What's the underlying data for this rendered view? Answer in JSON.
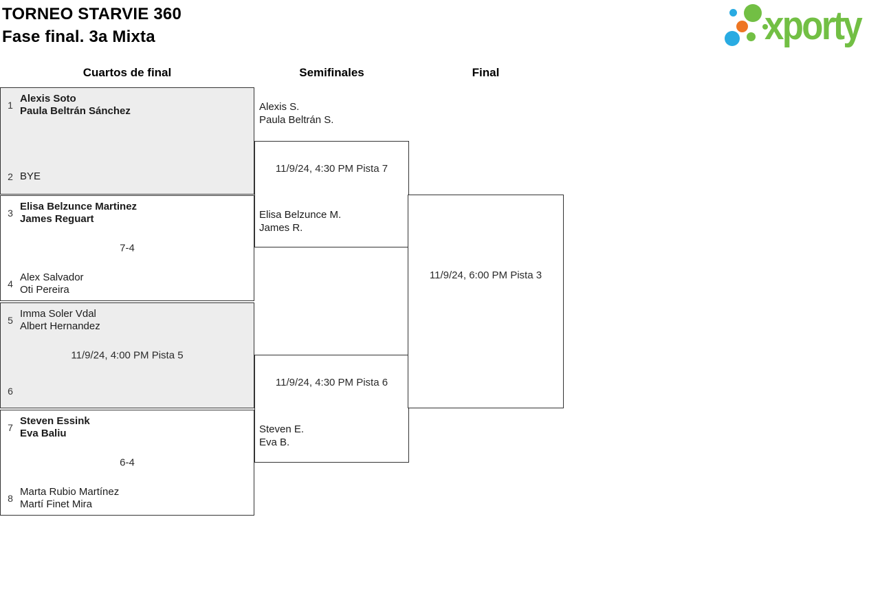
{
  "title": "TORNEO STARVIE 360",
  "subtitle": "Fase final. 3a Mixta",
  "logo": {
    "brand": "xporty"
  },
  "colors": {
    "logo_green": "#72bf44",
    "logo_blue": "#29abe2",
    "logo_orange": "#ee7623",
    "match_alt_bg": "#ededed",
    "border": "#333333"
  },
  "round_headers": {
    "quarterfinals": "Cuartos de final",
    "semifinals": "Semifinales",
    "final": "Final"
  },
  "quarterfinals": [
    {
      "top": {
        "seed": "1",
        "line1": "Alexis Soto",
        "line2": "Paula Beltrán Sánchez"
      },
      "center": "",
      "bottom": {
        "seed": "2",
        "line1": "BYE",
        "line2": ""
      }
    },
    {
      "top": {
        "seed": "3",
        "line1": "Elisa Belzunce Martinez",
        "line2": "James Reguart"
      },
      "center": "7-4",
      "bottom": {
        "seed": "4",
        "line1": "Alex Salvador",
        "line2": "Oti Pereira"
      }
    },
    {
      "top": {
        "seed": "5",
        "line1": "Imma Soler Vdal",
        "line2": "Albert Hernandez"
      },
      "center": "11/9/24, 4:00 PM Pista 5",
      "bottom": {
        "seed": "6",
        "line1": "",
        "line2": ""
      }
    },
    {
      "top": {
        "seed": "7",
        "line1": "Steven Essink",
        "line2": "Eva Baliu"
      },
      "center": "6-4",
      "bottom": {
        "seed": "8",
        "line1": "Marta Rubio Martínez",
        "line2": "Martí Finet Mira"
      }
    }
  ],
  "semifinals": [
    {
      "center": "11/9/24, 4:30 PM Pista 7",
      "top": {
        "line1": "Alexis S.",
        "line2": "Paula Beltrán S."
      },
      "bottom": {
        "line1": "Elisa Belzunce M.",
        "line2": "James R."
      }
    },
    {
      "center": "11/9/24, 4:30 PM Pista 6",
      "top": {
        "line1": "",
        "line2": ""
      },
      "bottom": {
        "line1": "Steven E.",
        "line2": "Eva B."
      }
    }
  ],
  "final": {
    "center": "11/9/24, 6:00 PM Pista 3"
  }
}
